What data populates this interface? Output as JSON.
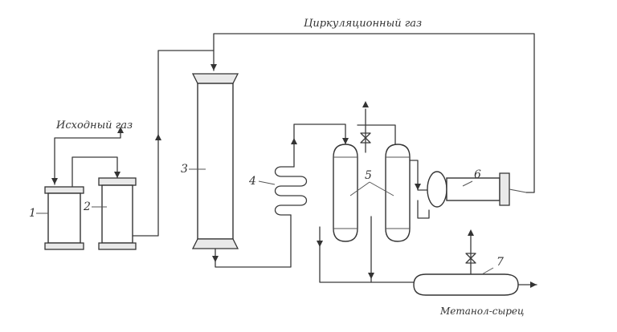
{
  "labels": {
    "circulation_gas": "Циркуляционный газ",
    "source_gas": "Исходный газ",
    "product": "Метанол-сырец"
  },
  "numbers": {
    "n1": "1",
    "n2": "2",
    "n3": "3",
    "n4": "4",
    "n5": "5",
    "n6": "6",
    "n7": "7"
  }
}
